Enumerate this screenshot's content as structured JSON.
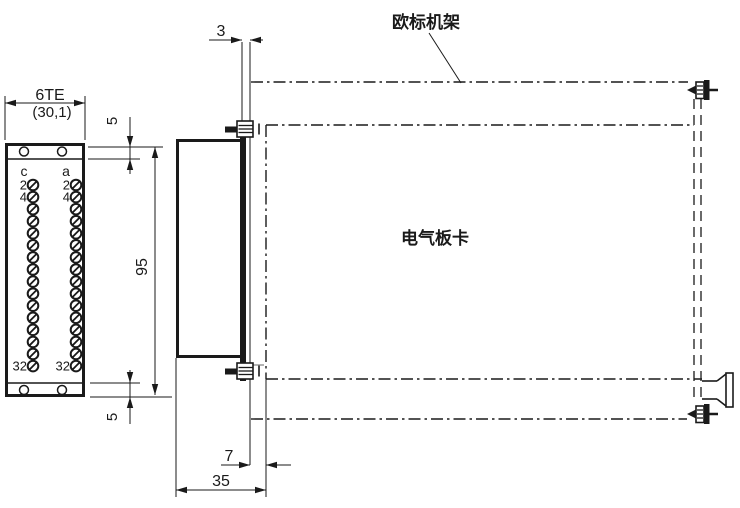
{
  "labels": {
    "rack_callout": "欧标机架",
    "board_label": "电气板卡"
  },
  "dimensions": {
    "panel_width_te": "6TE",
    "panel_width_mm": "(30,1)",
    "top_margin": "5",
    "panel_height": "95",
    "bottom_margin": "5",
    "panel_offset": "3",
    "insert_depth": "7",
    "module_depth": "35"
  },
  "connector": {
    "column_left_label": "c",
    "column_right_label": "a",
    "rows": 16,
    "row_numbers": [
      "2",
      "4",
      "",
      "",
      "",
      "",
      "",
      "",
      "",
      "",
      "",
      "",
      "",
      "",
      "",
      "32"
    ]
  },
  "colors": {
    "line": "#1a1a1a",
    "background": "#ffffff"
  }
}
